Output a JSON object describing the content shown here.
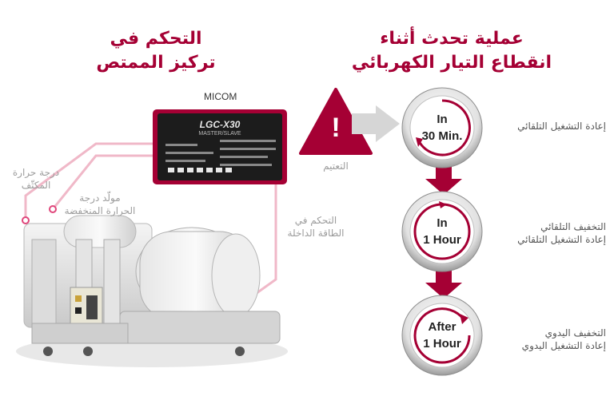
{
  "left_title": {
    "line1": "التحكم في",
    "line2": "تركيز الممتص"
  },
  "right_title": {
    "line1": "عملية تحدث أثناء",
    "line2": "انقطاع التيار الكهربائي"
  },
  "micom": {
    "label": "MICOM",
    "brand": "LGC-X30",
    "sub": "MASTER/SLAVE"
  },
  "alarm": {
    "mark": "!",
    "label": "التعتيم"
  },
  "callouts": {
    "condenser_temp": {
      "line1": "درجة حرارة",
      "line2": "المكثّف"
    },
    "low_temp_generator": {
      "line1": "مولّد درجة",
      "line2": "الحرارة المنخفضة"
    },
    "input_energy": {
      "line1": "التحكم في",
      "line2": "الطاقة الداخلة"
    }
  },
  "steps": [
    {
      "top": "In",
      "bottom": "30 Min.",
      "desc1": "إعادة التشغيل التلقائي",
      "desc2": ""
    },
    {
      "top": "In",
      "bottom": "1 Hour",
      "desc1": "التخفيف التلقائي",
      "desc2": "إعادة التشغيل التلقائي"
    },
    {
      "top": "After",
      "bottom": "1 Hour",
      "desc1": "التخفيف اليدوي",
      "desc2": "إعادة التشغيل اليدوي"
    }
  ],
  "colors": {
    "accent": "#a50034",
    "arrow_grey": "#d0d0d0",
    "connector_pink": "#f0b8c8"
  }
}
